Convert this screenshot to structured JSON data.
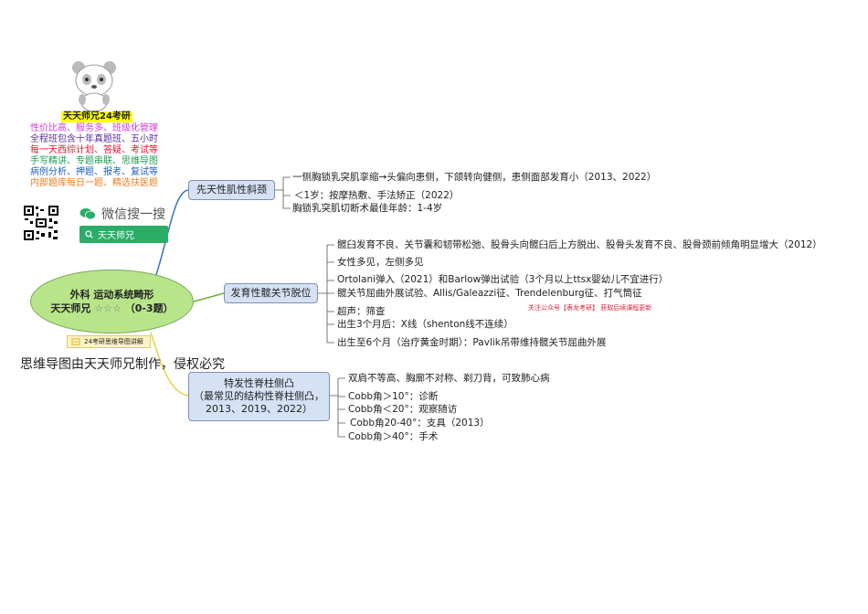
{
  "promo": {
    "title": "天天师兄24考研",
    "lines": [
      {
        "text": "性价比高、服务多、班级化管理",
        "color": "#d63bd8"
      },
      {
        "text": "全程班包含十年真题班、五小时",
        "color": "#5b2ca8"
      },
      {
        "text": "每一天西综计划、答疑、考试等",
        "color": "#e8102a"
      },
      {
        "text": "手写精讲、专题串联、思维导图",
        "color": "#18a050"
      },
      {
        "text": "病例分析、押题、报考、复试等",
        "color": "#1f5fc8"
      },
      {
        "text": "内部题库每日一题、精选扶医题",
        "color": "#f07d20"
      }
    ]
  },
  "wechat": {
    "label": "微信搜一搜",
    "search_text": "天天师兄"
  },
  "root": {
    "line1": "外科 运动系统畸形",
    "line2_name": "天天师兄",
    "line2_stars": "☆☆☆",
    "line2_count": "（0-3题）"
  },
  "tag": {
    "label": "24考研思维导图讲解"
  },
  "notice": "思维导图由天天师兄制作，侵权必究",
  "red_note": "关注公众号【表龙考研】 获取后续课程更新",
  "branches": [
    {
      "title": "先天性肌性斜颈",
      "leaves": [
        "一侧胸锁乳突肌挛缩→头偏向患侧，下颌转向健侧，患侧面部发育小（2013、2022）",
        "＜1岁：按摩热敷、手法矫正（2022）",
        "胸锁乳突肌切断术最佳年龄：1-4岁"
      ]
    },
    {
      "title": "发育性髋关节脱位",
      "leaves": [
        "髋臼发育不良、关节囊和韧带松弛、股骨头向髋臼后上方脱出、股骨头发育不良、股骨颈前倾角明显增大（2012）",
        "女性多见，左侧多见",
        "Ortolani弹入（2021）和Barlow弹出试验（3个月以上ttsx婴幼儿不宜进行）",
        "髋关节屈曲外展试验、Allis/Galeazzi征、Trendelenburg征、打气筒征",
        "超声：筛查",
        "出生3个月后：X线（shenton线不连续）",
        "出生至6个月（治疗黄金时期）：Pavlik吊带维持髋关节屈曲外展"
      ]
    },
    {
      "title_lines": [
        "特发性脊柱侧凸",
        "（最常见的结构性脊柱侧凸，",
        "2013、2019、2022）"
      ],
      "leaves": [
        "双肩不等高、胸廓不对称、剃刀背，可致肺心病",
        "Cobb角＞10°：诊断",
        "Cobb角＜20°：观察随访",
        "Cobb角20-40°：支具（2013）",
        "Cobb角＞40°：手术"
      ]
    }
  ]
}
